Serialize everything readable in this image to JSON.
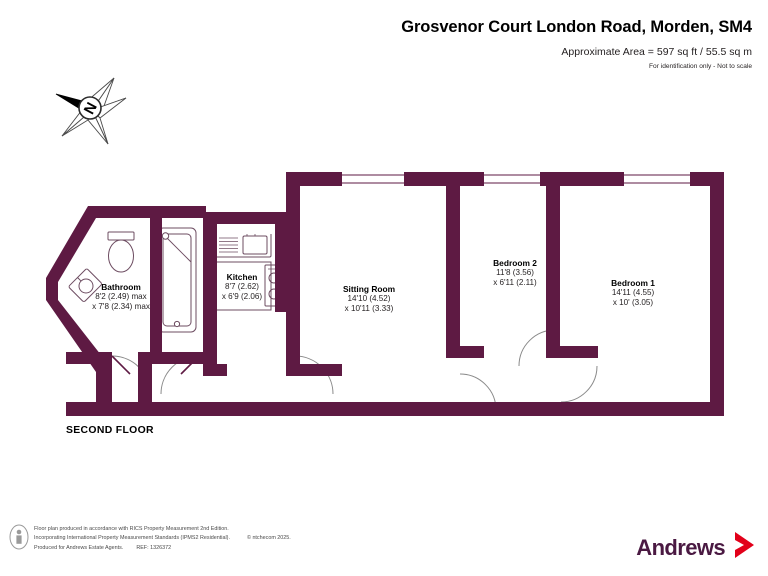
{
  "header": {
    "title": "Grosvenor Court London Road, Morden, SM4",
    "area": "Approximate Area = 597 sq ft / 55.5 sq m",
    "disclaimer": "For identification only - Not to scale"
  },
  "compass": {
    "label": "N",
    "icon": "compass-rose-icon"
  },
  "floor": {
    "name": "SECOND FLOOR"
  },
  "rooms": [
    {
      "key": "bathroom",
      "name": "Bathroom",
      "dim1": "8'2 (2.49) max",
      "dim2": "x 7'8 (2.34) max"
    },
    {
      "key": "kitchen",
      "name": "Kitchen",
      "dim1": "8'7 (2.62)",
      "dim2": "x 6'9 (2.06)"
    },
    {
      "key": "sitting_room",
      "name": "Sitting Room",
      "dim1": "14'10 (4.52)",
      "dim2": "x 10'11 (3.33)"
    },
    {
      "key": "bedroom_2",
      "name": "Bedroom 2",
      "dim1": "11'8 (3.56)",
      "dim2": "x 6'11 (2.11)"
    },
    {
      "key": "bedroom_1",
      "name": "Bedroom 1",
      "dim1": "14'11 (4.55)",
      "dim2": "x 10' (3.05)"
    }
  ],
  "footer": {
    "line1": "Floor plan produced in accordance with RICS Property Measurement 2nd Edition.",
    "line2a": "Incorporating International Property Measurement Standards (IPMS2 Residential).",
    "line2b": "© ntchecom 2025.",
    "line3a": "Produced for Andrews Estate Agents.",
    "line3b": "REF:  1326372",
    "rics_icon": "rics-person-icon"
  },
  "brand": {
    "name": "Andrews",
    "chevron_icon": "chevron-right-icon",
    "name_color": "#4a1942",
    "chevron_color": "#e2001a"
  },
  "colors": {
    "wall": "#5e1a43",
    "fixture_stroke": "#6d4c61",
    "text": "#231f20"
  }
}
